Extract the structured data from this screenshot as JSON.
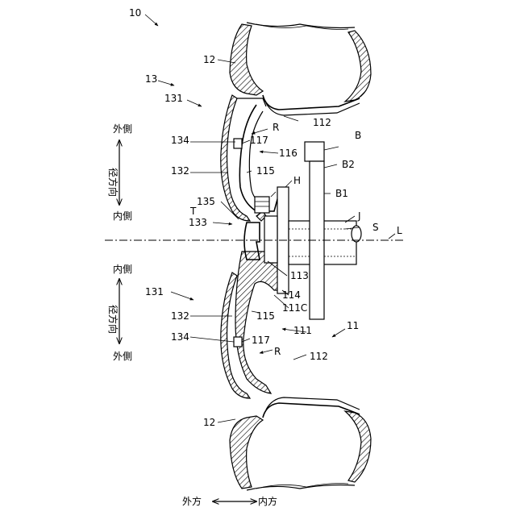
{
  "labels": {
    "fig_number": "10",
    "tire": "12",
    "tire_bottom": "12",
    "wheel_cover": "13",
    "outer_panel_top": "131",
    "outer_panel_bottom": "131",
    "cover_body_top": "132",
    "cover_body_bottom": "132",
    "center": "133",
    "fastener_top": "134",
    "fastener_bottom": "134",
    "nut": "135",
    "radial_out_top": "外側",
    "radial_dir_top": "径方向",
    "radial_in_top": "内側",
    "radial_in_bottom": "内側",
    "radial_dir_bottom": "径方向",
    "radial_out_bottom": "外側",
    "axial_out": "外方",
    "axial_in": "内方",
    "R_top": "R",
    "R_bottom": "R",
    "rim_top": "112",
    "rim_bottom": "112",
    "spoke_top": "117",
    "spoke_bottom": "117",
    "disc_top": "116",
    "disc_115_top": "115",
    "disc_115_bottom": "115",
    "H": "H",
    "B": "B",
    "B2": "B2",
    "B1": "B1",
    "T": "T",
    "J": "J",
    "S": "S",
    "L": "L",
    "hub_113": "113",
    "hub_114": "114",
    "hub_111C": "111C",
    "wheel_111": "111",
    "wheel_11": "11"
  },
  "icons": {
    "radial_arrows": "double-headed-vertical-arrow",
    "axial_arrow": "double-headed-horizontal-arrow"
  }
}
